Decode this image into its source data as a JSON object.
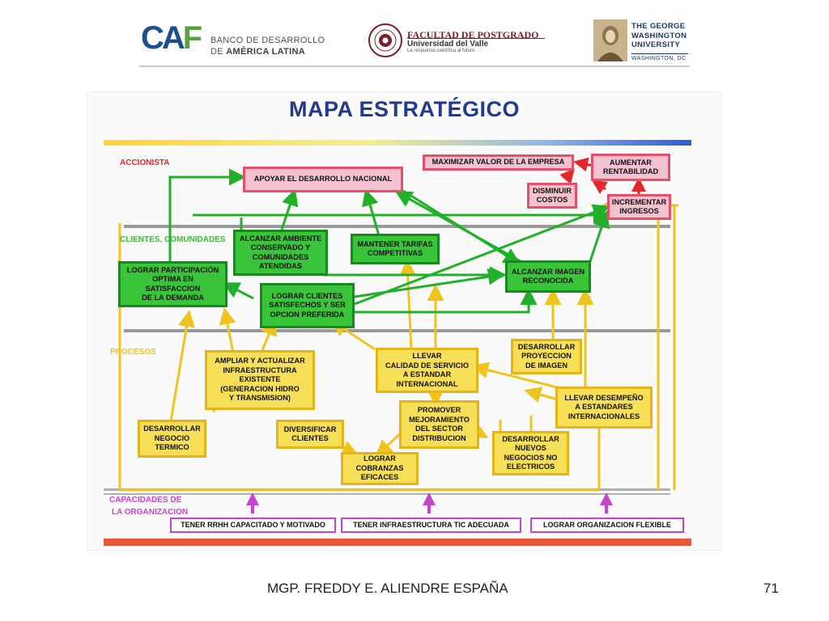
{
  "header": {
    "caf_logo": {
      "mark": [
        "CA",
        "F"
      ],
      "line1": "BANCO DE DESARROLLO",
      "line2_prefix": "DE ",
      "line2_bold": "AMÉRICA LATINA",
      "colors": {
        "blue": "#1f4e8c",
        "green": "#5aa03c"
      }
    },
    "univ_logo": {
      "title": "FACULTAD DE POSTGRADO",
      "subtitle": "Universidad del Valle",
      "tagline": "La respuesta científica al futuro",
      "color": "#7a1e2a"
    },
    "gwu_logo": {
      "lines": [
        "THE GEORGE",
        "WASHINGTON",
        "UNIVERSITY"
      ],
      "location": "WASHINGTON, DC",
      "color": "#1b3a63"
    }
  },
  "diagram": {
    "title": "MAPA ESTRATÉGICO",
    "bands": {
      "accionista": "ACCIONISTA",
      "clientes": "CLIENTES, COMUNIDADES",
      "procesos": "PROCESOS",
      "capacidades_1": "CAPACIDADES DE",
      "capacidades_2": "LA ORGANIZACION"
    },
    "nodes": {
      "apoyar": "APOYAR EL DESARROLLO NACIONAL",
      "maximizar": "MAXIMIZAR VALOR DE LA EMPRESA",
      "aumentar": "AUMENTAR\nRENTABILIDAD",
      "disminuir": "DISMINUIR\nCOSTOS",
      "incrementar": "INCREMENTAR\nINGRESOS",
      "alcanzar_ambiente": "ALCANZAR AMBIENTE\nCONSERVADO Y\nCOMUNIDADES\nATENDIDAS",
      "mantener_tarifas": "MANTENER TARIFAS\nCOMPETITIVAS",
      "lograr_participacion": "LOGRAR PARTICIPACIÓN\nOPTIMA EN\nSATISFACCION\nDE LA  DEMANDA",
      "lograr_clientes": "LOGRAR CLIENTES\nSATISFECHOS Y SER\nOPCION PREFERIDA",
      "alcanzar_imagen": "ALCANZAR IMAGEN\nRECONOCIDA",
      "ampliar": "AMPLIAR Y ACTUALIZAR\nINFRAESTRUCTURA\nEXISTENTE\n(GENERACION HIDRO\nY TRANSMISION)",
      "llevar_calidad": "LLEVAR\nCALIDAD DE SERVICIO\nA ESTANDAR\nINTERNACIONAL",
      "desarrollar_proyeccion": "DESARROLLAR\nPROYECCION\nDE IMAGEN",
      "llevar_desempeno": "LLEVAR DESEMPEÑO\nA ESTANDARES\nINTERNACIONALES",
      "desarrollar_termico": "DESARROLLAR\nNEGOCIO\nTERMICO",
      "diversificar": "DIVERSIFICAR\nCLIENTES",
      "promover": "PROMOVER\nMEJORAMIENTO\nDEL SECTOR\nDISTRIBUCION",
      "desarrollar_nuevos": "DESARROLLAR\nNUEVOS\nNEGOCIOS NO\nELECTRICOS",
      "lograr_cobranzas": "LOGRAR\nCOBRANZAS\nEFICACES",
      "tener_rrhh": "TENER RRHH CAPACITADO Y MOTIVADO",
      "tener_tic": "TENER INFRAESTRUCTURA TIC ADECUADA",
      "lograr_flexible": "LOGRAR ORGANIZACION FLEXIBLE"
    },
    "colors": {
      "green": "#39c43a",
      "yellow": "#f7df58",
      "red": "#e4506c",
      "purple": "#c444d0",
      "title": "#233a8a"
    }
  },
  "footer": {
    "author": "MGP. FREDDY E. ALIENDRE ESPAÑA",
    "page": "71"
  }
}
